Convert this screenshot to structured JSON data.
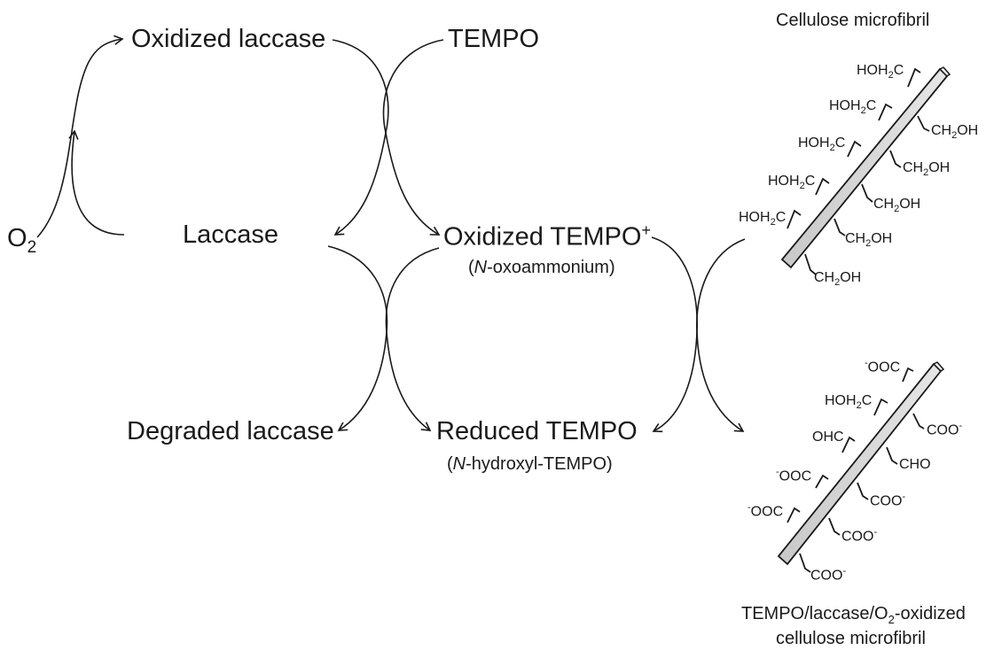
{
  "nodes": {
    "o2": {
      "main": "O",
      "sub": "2"
    },
    "oxidized_laccase": "Oxidized laccase",
    "tempo": "TEMPO",
    "laccase": "Laccase",
    "oxidized_tempo": {
      "main": "Oxidized TEMPO",
      "sup": "+"
    },
    "oxidized_tempo_note": {
      "open": "(",
      "ital": "N",
      "rest": "-oxoammonium)"
    },
    "degraded_laccase": "Degraded laccase",
    "reduced_tempo": "Reduced TEMPO",
    "reduced_tempo_note": {
      "open": "(",
      "ital": "N",
      "rest": "-hydroxyl-TEMPO)"
    }
  },
  "microfibril_top": {
    "title": "Cellulose microfibril",
    "groups_left": [
      {
        "a": "HOH",
        "b": "2",
        "c": "C"
      },
      {
        "a": "HOH",
        "b": "2",
        "c": "C"
      },
      {
        "a": "HOH",
        "b": "2",
        "c": "C"
      },
      {
        "a": "HOH",
        "b": "2",
        "c": "C"
      },
      {
        "a": "HOH",
        "b": "2",
        "c": "C"
      }
    ],
    "groups_right": [
      {
        "a": "CH",
        "b": "2",
        "c": "OH"
      },
      {
        "a": "CH",
        "b": "2",
        "c": "OH"
      },
      {
        "a": "CH",
        "b": "2",
        "c": "OH"
      },
      {
        "a": "CH",
        "b": "2",
        "c": "OH"
      },
      {
        "a": "CH",
        "b": "2",
        "c": "OH"
      }
    ]
  },
  "microfibril_bottom": {
    "caption_line1": {
      "a": "TEMPO/laccase/O",
      "b": "2",
      "c": "-oxidized"
    },
    "caption_line2": "cellulose microfibril",
    "groups_left": [
      {
        "pre": "-",
        "a": "OOC"
      },
      {
        "a": "HOH",
        "b": "2",
        "c": "C"
      },
      {
        "a": "OHC"
      },
      {
        "pre": "-",
        "a": "OOC"
      },
      {
        "pre": "-",
        "a": "OOC"
      }
    ],
    "groups_right": [
      {
        "a": "COO",
        "sup": "-"
      },
      {
        "a": "CHO"
      },
      {
        "a": "COO",
        "sup": "-"
      },
      {
        "a": "COO",
        "sup": "-"
      },
      {
        "a": "COO",
        "sup": "-"
      }
    ]
  }
}
